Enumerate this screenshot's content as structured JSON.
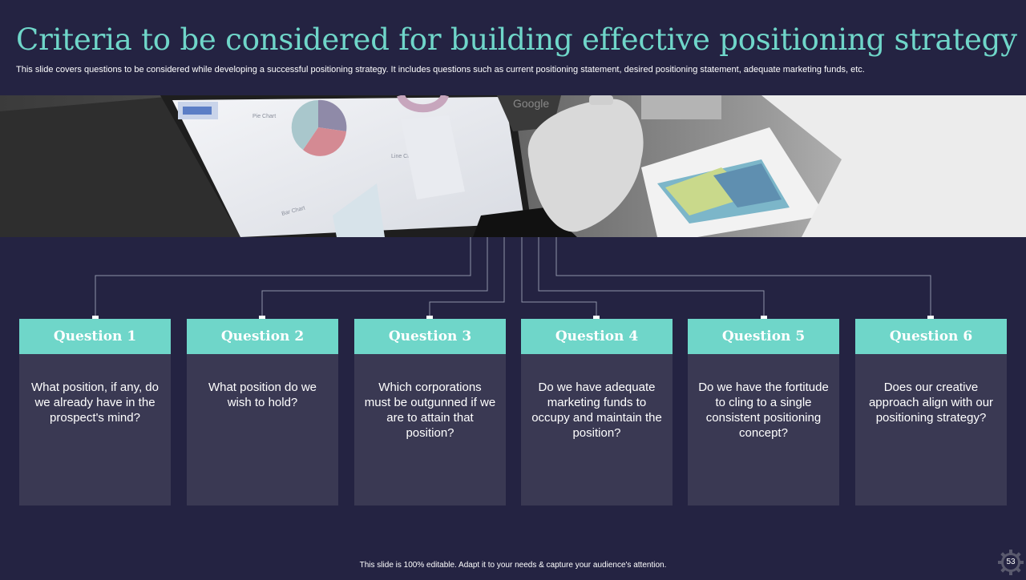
{
  "header": {
    "title": "Criteria to be considered for building effective positioning strategy",
    "subtitle": "This slide covers questions to be considered while developing a successful positioning strategy. It includes questions such as current positioning statement, desired positioning statement, adequate marketing funds, etc."
  },
  "photo": {
    "description_icon": "laptop-photo",
    "screen_labels": [
      "Pie Chart",
      "Line Chart",
      "Bar Chart",
      "Google"
    ]
  },
  "questions": [
    {
      "title": "Question 1",
      "text": "What position, if any, do we already have in the prospect's mind?"
    },
    {
      "title": "Question 2",
      "text": "What position do we wish to hold?"
    },
    {
      "title": "Question 3",
      "text": "Which corporations must be outgunned if we are to attain that position?"
    },
    {
      "title": "Question 4",
      "text": "Do we have adequate marketing funds to occupy and maintain the position?"
    },
    {
      "title": "Question 5",
      "text": "Do we have the fortitude to cling to a single consistent positioning concept?"
    },
    {
      "title": "Question 6",
      "text": "Does our creative approach align with our positioning strategy?"
    }
  ],
  "footer": {
    "note": "This slide is 100% editable.  Adapt it to your needs & capture your audience's attention.",
    "page_number": "53"
  },
  "colors": {
    "background": "#242342",
    "accent": "#6fd6c9",
    "card": "#3a3953"
  }
}
